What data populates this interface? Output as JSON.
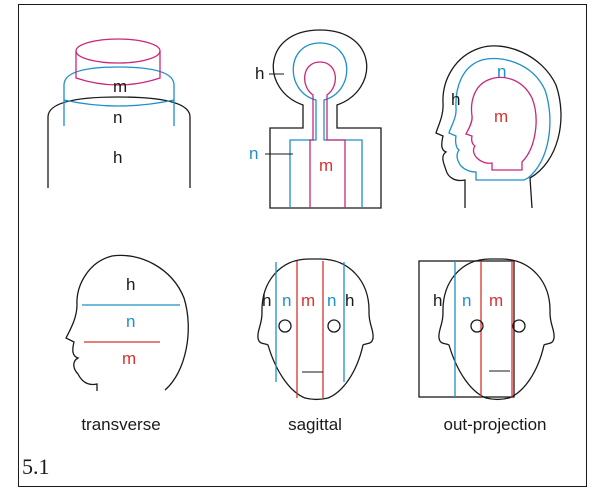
{
  "figure": {
    "number": "5.1",
    "colors": {
      "h": "#1a1a1a",
      "n": "#1e90c8",
      "m_magenta": "#c8287a",
      "m_red": "#d8322e"
    },
    "panels": {
      "cylinders": {
        "m": "m",
        "n": "n",
        "h": "h"
      },
      "keyhole": {
        "h": "h",
        "n": "n",
        "m": "m"
      },
      "head_profile": {
        "h": "h",
        "n": "n",
        "m": "m"
      },
      "transverse": {
        "h": "h",
        "n": "n",
        "m": "m",
        "caption": "transverse"
      },
      "sagittal": {
        "h_left": "h",
        "n_left": "n",
        "m_left": "m",
        "n_right": "n",
        "h_right": "h",
        "caption": "sagittal"
      },
      "out_projection": {
        "h": "h",
        "n": "n",
        "m": "m",
        "caption": "out-projection"
      }
    }
  }
}
